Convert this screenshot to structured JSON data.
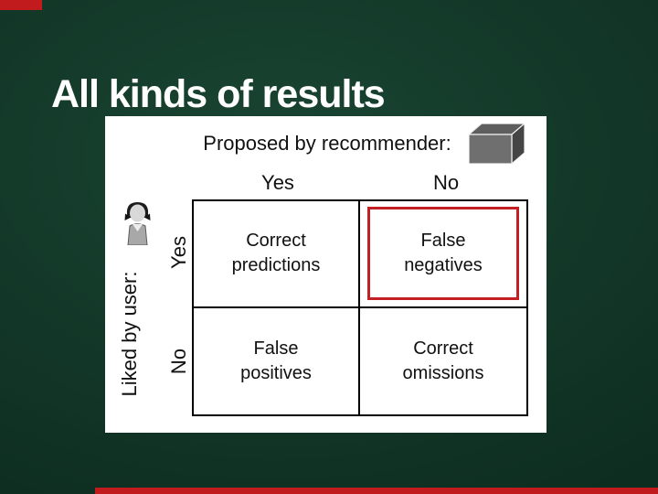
{
  "slide": {
    "title": "All kinds of results",
    "colors": {
      "background_green_center": "#1a4632",
      "background_green_edge": "#0d2d20",
      "accent_red": "#c11b1e",
      "highlight_red": "#c32026",
      "panel_white": "#ffffff",
      "text_black": "#111111",
      "title_white": "#ffffff"
    }
  },
  "diagram": {
    "header_label": "Proposed by recommender:",
    "column_labels": {
      "yes": "Yes",
      "no": "No"
    },
    "row_axis_label": "Liked by user:",
    "row_labels": {
      "yes": "Yes",
      "no": "No"
    },
    "cells": [
      {
        "line1": "Correct",
        "line2": "predictions",
        "highlighted": false
      },
      {
        "line1": "False",
        "line2": "negatives",
        "highlighted": true
      },
      {
        "line1": "False",
        "line2": "positives",
        "highlighted": false
      },
      {
        "line1": "Correct",
        "line2": "omissions",
        "highlighted": false
      }
    ],
    "icons": {
      "box_icon": "3d-box-icon",
      "person_icon": "user-icon"
    }
  }
}
